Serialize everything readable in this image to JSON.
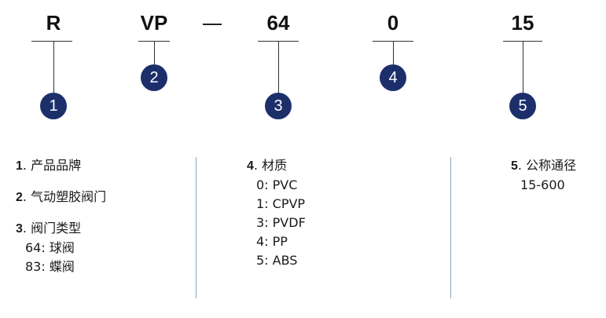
{
  "codes": {
    "c1": "R",
    "c2": "VP",
    "c3": "64",
    "c4": "0",
    "c5": "15"
  },
  "markers": [
    "1",
    "2",
    "3",
    "4",
    "5"
  ],
  "legend": {
    "item1": {
      "num": "1",
      "sep": ". ",
      "label": "产品品牌"
    },
    "item2": {
      "num": "2",
      "sep": ". ",
      "label": "气动塑胶阀门"
    },
    "item3": {
      "num": "3",
      "sep": ". ",
      "label": "阀门类型",
      "options": [
        "64: 球阀",
        "83: 蝶阀"
      ]
    },
    "item4": {
      "num": "4",
      "sep": ". ",
      "label": "材质",
      "options": [
        "0: PVC",
        "1: CPVP",
        "3: PVDF",
        "4: PP",
        "5: ABS"
      ]
    },
    "item5": {
      "num": "5",
      "sep": ". ",
      "label": "公称通径",
      "options": [
        "15-600"
      ]
    }
  },
  "colors": {
    "marker_fill": "#1c2f6b",
    "separator": "#8aa3c7"
  }
}
